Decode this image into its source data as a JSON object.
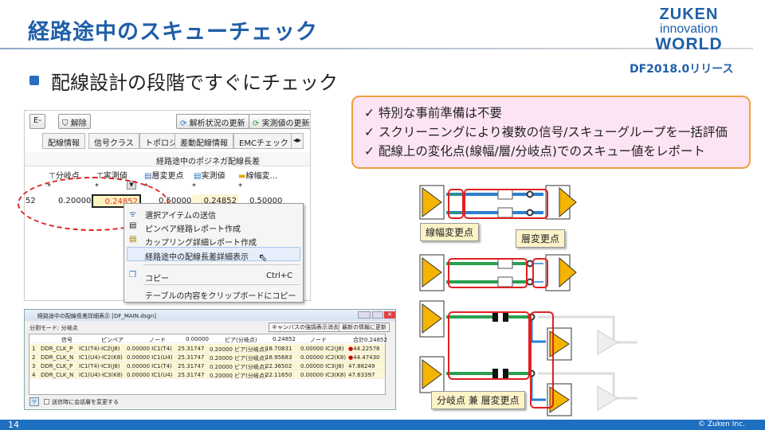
{
  "header": {
    "title": "経路途中のスキューチェック",
    "logo": {
      "line1": "ZUKEN",
      "line2": "innovation",
      "line3": "WORLD"
    },
    "release": "DF2018.0リリース"
  },
  "bullet": "配線設計の段階ですぐにチェック",
  "callout": [
    "✓ 特別な事前準備は不要",
    "✓ スクリーニングにより複数の信号/スキューグループを一括評価",
    "✓ 配線上の変化点(線幅/層/分岐点)でのスキュー値をレポート"
  ],
  "shot1": {
    "toolbar": {
      "partial": "E-",
      "clear": "解除",
      "update_analysis": "解析状況の更新",
      "update_measured": "実測値の更新"
    },
    "tabs": [
      "配線情報",
      "信号クラス",
      "トポロジ",
      "差動配線情報",
      "EMCチェック"
    ],
    "group_header": "経路途中のポジネガ配線長差",
    "columns": [
      "分岐点",
      "実測値",
      "層変更点",
      "実測値",
      "線幅変…"
    ],
    "filter": [
      "*",
      "*",
      "*",
      "*",
      "*",
      "*"
    ],
    "row": {
      "first": "52",
      "values": [
        "0.20000",
        "0.24852",
        "0.50000",
        "0.24852",
        "0.50000"
      ]
    },
    "menu": [
      "選択アイテムの送信",
      "ピンペア経路レポート作成",
      "カップリング詳細レポート作成",
      "経路途中の配線長差詳細表示",
      "コピー",
      "テーブルの内容をクリップボードにコピー"
    ],
    "menu_shortcut": "Ctrl+C"
  },
  "shot2": {
    "title": "経路途中の配線長差詳細表示 [DF_MAIN.dsgn]",
    "mode": "分割モード: 分岐点",
    "btn_clear": "キャンバスの強調表示消去",
    "btn_update": "最新の情報に更新",
    "columns": [
      "信号",
      "ピンペア",
      "ノード",
      "0.00000",
      "ビア(分岐点)",
      "0.24852",
      "ノード",
      "合計0.24852"
    ],
    "rows": [
      [
        "1",
        "DDR_CLK_P",
        "IC1(T4)-IC2(J8)",
        "0.00000 IC1(T4)",
        "25.31747",
        "0.20000 ビア(分岐点)",
        "18.70831",
        "0.00000 IC2(J8)",
        "44.22578"
      ],
      [
        "2",
        "DDR_CLK_N",
        "IC1(U4)-IC2(K8)",
        "0.00000 IC1(U4)",
        "25.31747",
        "0.20000 ビア(分岐点)",
        "18.95683",
        "0.00000 IC2(K8)",
        "44.47430"
      ],
      [
        "3",
        "DDR_CLK_P",
        "IC1(T4)-IC3(J8)",
        "0.00000 IC1(T4)",
        "25.31747",
        "0.20000 ビア(分岐点)",
        "22.36502",
        "0.00000 IC3(J8)",
        "47.88249"
      ],
      [
        "4",
        "DDR_CLK_N",
        "IC1(U4)-IC3(K8)",
        "0.00000 IC1(U4)",
        "25.31747",
        "0.20000 ビア(分岐点)",
        "22.11650",
        "0.00000 IC3(K8)",
        "47.63397"
      ]
    ],
    "checkbox": "送信時に会話層を変更する"
  },
  "diagram": {
    "label_width": "線幅変更点",
    "label_layer": "層変更点",
    "label_branch": "分岐点 兼 層変更点"
  },
  "footer": {
    "page": "14",
    "copyright": "© Zuken Inc."
  },
  "colors": {
    "accent": "#1f5fa8",
    "callout_bg": "#fde4f4",
    "callout_border": "#f0a040",
    "highlight": "#e02020"
  }
}
